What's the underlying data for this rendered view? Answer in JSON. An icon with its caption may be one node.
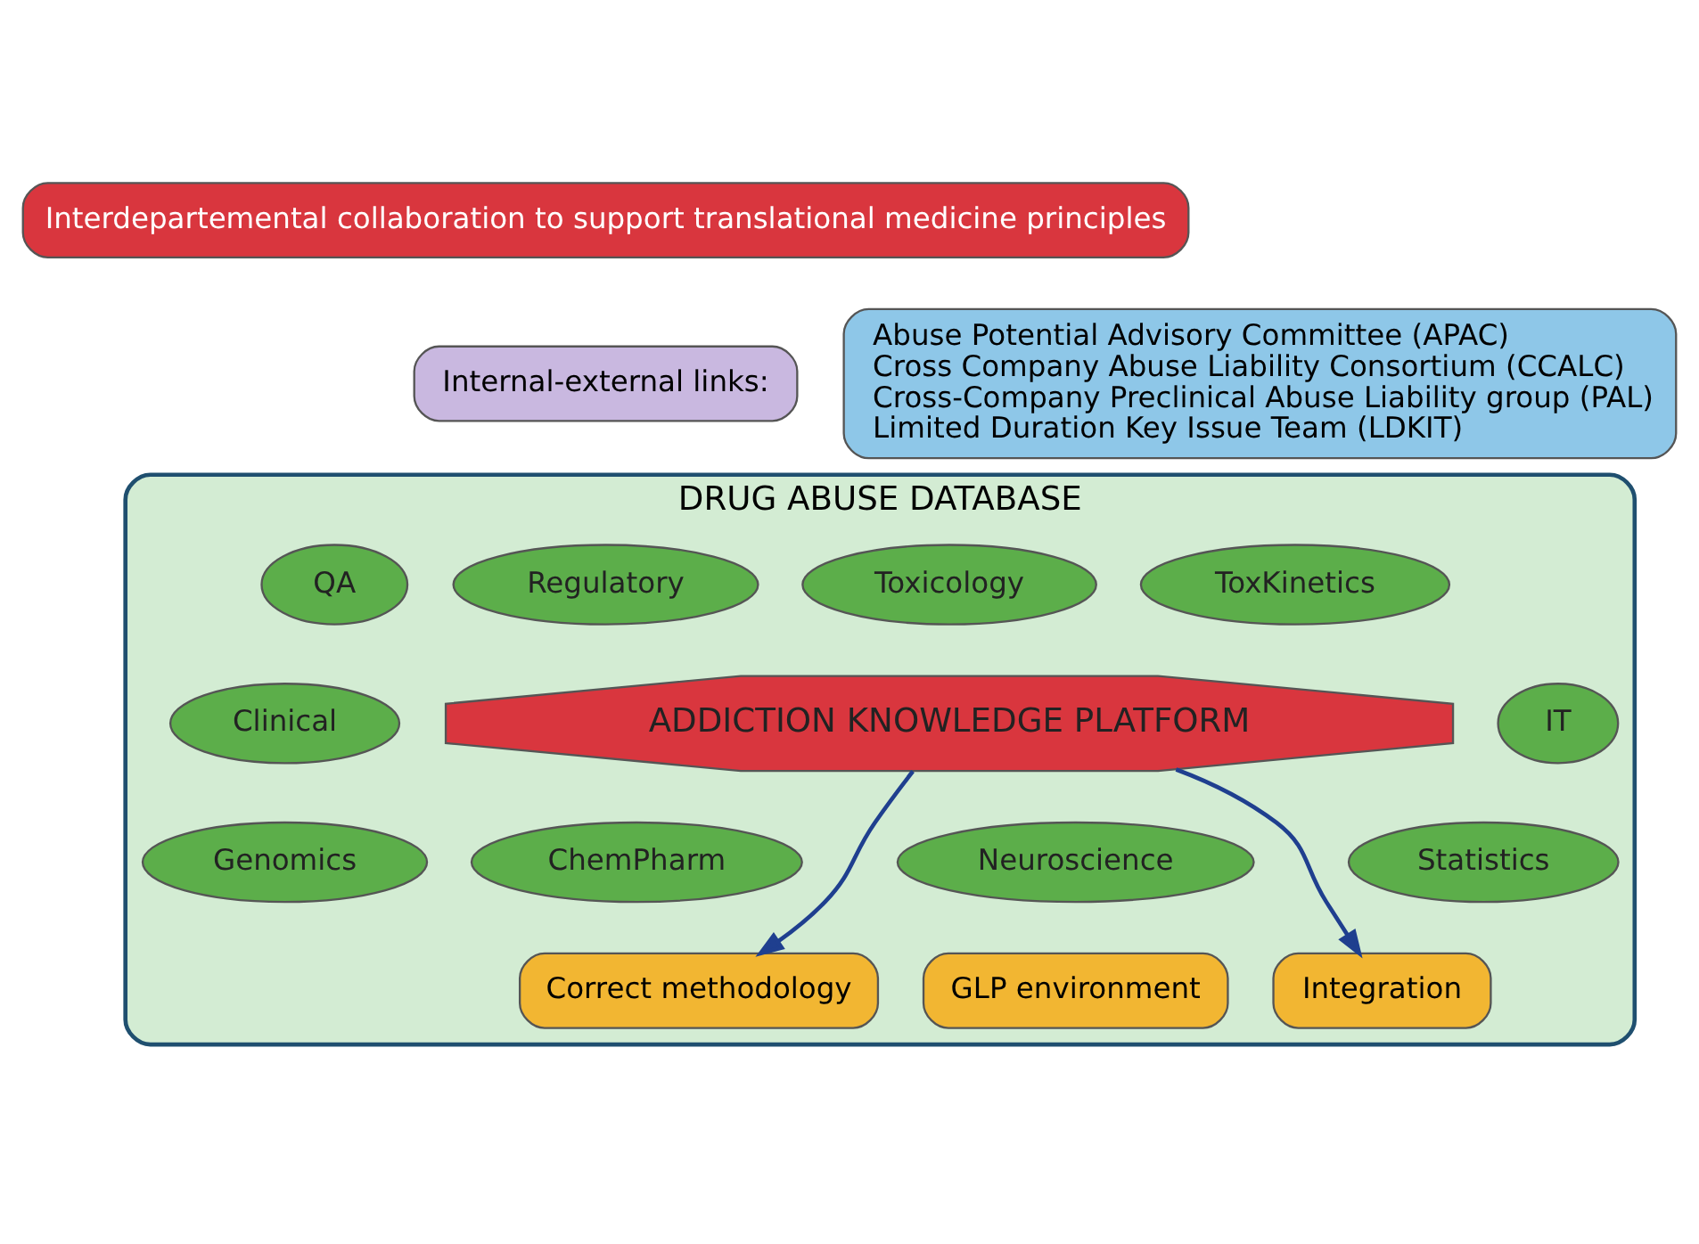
{
  "diagram": {
    "nodes": [
      {
        "text": [
          "Interdepartemental collaboration to support translational medicine principles"
        ]
      },
      {
        "text": [
          "Internal-external links:"
        ]
      },
      {
        "text": [
          "Abuse Potential Advisory Committee (APAC)",
          "Cross Company Abuse Liability Consortium (CCALC)",
          "Cross-Company Preclinical Abuse Liability group (PAL)",
          "Limited Duration Key Issue Team (LDKIT)"
        ]
      },
      {
        "text": [
          "DRUG ABUSE DATABASE"
        ]
      },
      {
        "text": [
          "ADDICTION KNOWLEDGE PLATFORM"
        ],
        "in": 3
      },
      {
        "text": [
          "Regulatory"
        ],
        "in": 3
      },
      {
        "text": [
          "Toxicology"
        ],
        "in": 3
      },
      {
        "text": [
          "QA"
        ],
        "in": 3
      },
      {
        "text": [
          "ToxKinetics"
        ],
        "in": 3
      },
      {
        "text": [
          "Clinical"
        ],
        "in": 3
      },
      {
        "text": [
          "IT"
        ],
        "in": 3
      },
      {
        "text": [
          "Genomics"
        ],
        "in": 3
      },
      {
        "text": [
          "Statistics"
        ],
        "in": 3
      },
      {
        "text": [
          "ChemPharm"
        ],
        "in": 3
      },
      {
        "text": [
          "Neuroscience"
        ],
        "in": 3
      },
      {
        "text": [
          "Correct methodology"
        ],
        "in": 3
      },
      {
        "text": [
          "Integration"
        ],
        "in": 3
      },
      {
        "text": [
          "GLP environment"
        ],
        "in": 3
      }
    ],
    "edges": [
      {
        "from": 4,
        "to": 15,
        "arrow": "to"
      },
      {
        "from": 4,
        "to": 16,
        "arrow": "to"
      }
    ]
  }
}
